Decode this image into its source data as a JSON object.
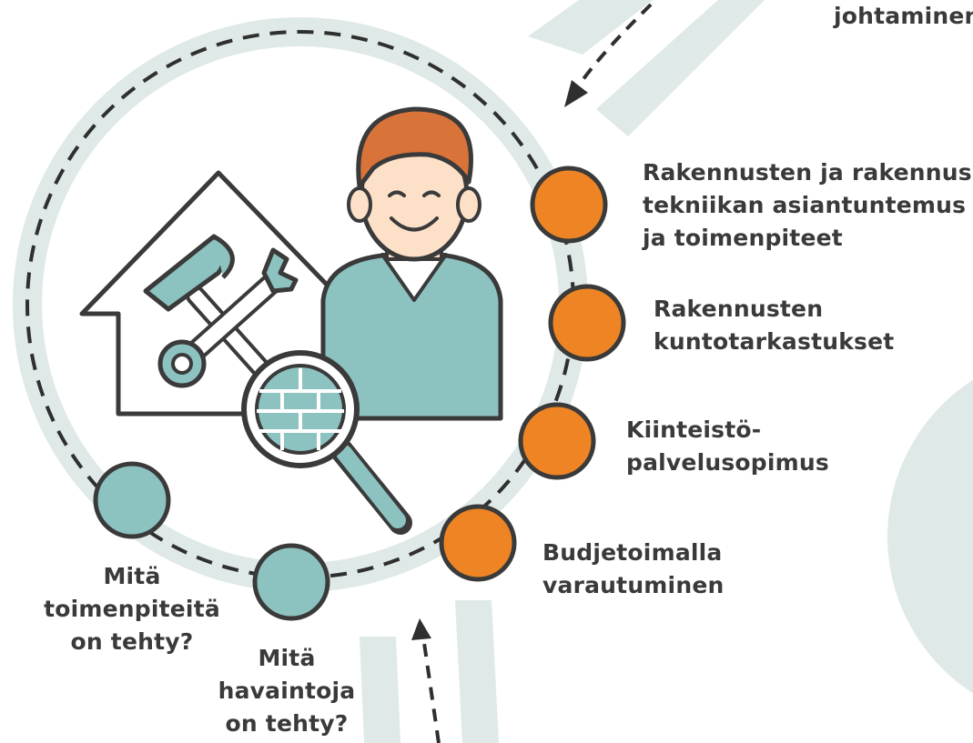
{
  "colors": {
    "orange": "#ee8424",
    "teal": "#8cc2bf",
    "band": "#dfe9e7",
    "ink": "#3a3a3a",
    "skin": "#fde0c8",
    "hair": "#d8733a"
  },
  "top_right": {
    "text": "johtaminen"
  },
  "steps_orange": [
    {
      "lines": [
        "Rakennusten ja rakennus-",
        "tekniikan asiantuntemus",
        "ja toimenpiteet"
      ]
    },
    {
      "lines": [
        "Rakennusten",
        "kuntotarkastukset"
      ]
    },
    {
      "lines": [
        "Kiinteistö-",
        "palvelusopimus"
      ]
    },
    {
      "lines": [
        "Budjetoimalla",
        "varautuminen"
      ]
    }
  ],
  "questions_teal": [
    {
      "lines": [
        "Mitä",
        "toimenpiteitä",
        "on tehty?"
      ]
    },
    {
      "lines": [
        "Mitä",
        "havaintoja",
        "on tehty?"
      ]
    }
  ],
  "icons": [
    "house-icon",
    "hammer-icon",
    "wrench-icon",
    "magnifier-icon",
    "person-icon",
    "arrow-down-left-icon",
    "arrow-up-icon"
  ]
}
